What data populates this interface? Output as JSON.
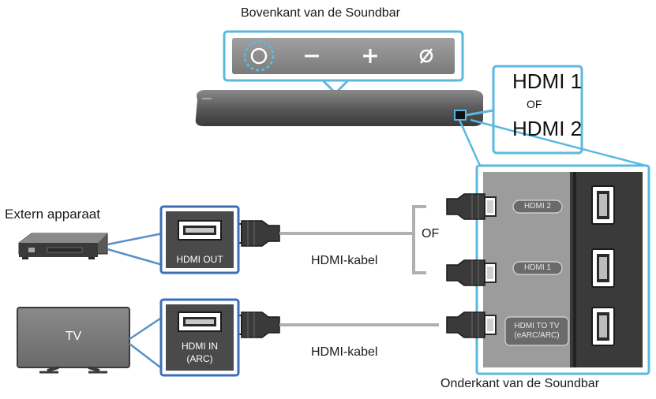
{
  "labels": {
    "top_title": "Bovenkant van de Soundbar",
    "bottom_title": "Onderkant van de Soundbar",
    "external_device": "Extern apparaat",
    "tv": "TV",
    "hdmi_out": "HDMI OUT",
    "hdmi_in": "HDMI IN",
    "hdmi_in_arc": "(ARC)",
    "cable_1": "HDMI-kabel",
    "cable_2": "HDMI-kabel",
    "or_cable": "OF",
    "callout_hdmi1": "HDMI 1",
    "callout_or": "OF",
    "callout_hdmi2": "HDMI 2",
    "port_hdmi2": "HDMI 2",
    "port_hdmi1": "HDMI 1",
    "port_hdmi_to_tv": "HDMI TO TV",
    "port_earc": "(eARC/ARC)"
  },
  "buttons": [
    {
      "name": "power-icon",
      "glyph": ""
    },
    {
      "name": "minus-icon",
      "glyph": "−"
    },
    {
      "name": "plus-icon",
      "glyph": "+"
    },
    {
      "name": "mic-off-icon",
      "glyph": "ø"
    }
  ],
  "colors": {
    "accent": "#5bb8e0",
    "device_dark": "#4a4a4a",
    "panel_gray": "#9a9a9a",
    "cable": "#b0b0b0"
  }
}
